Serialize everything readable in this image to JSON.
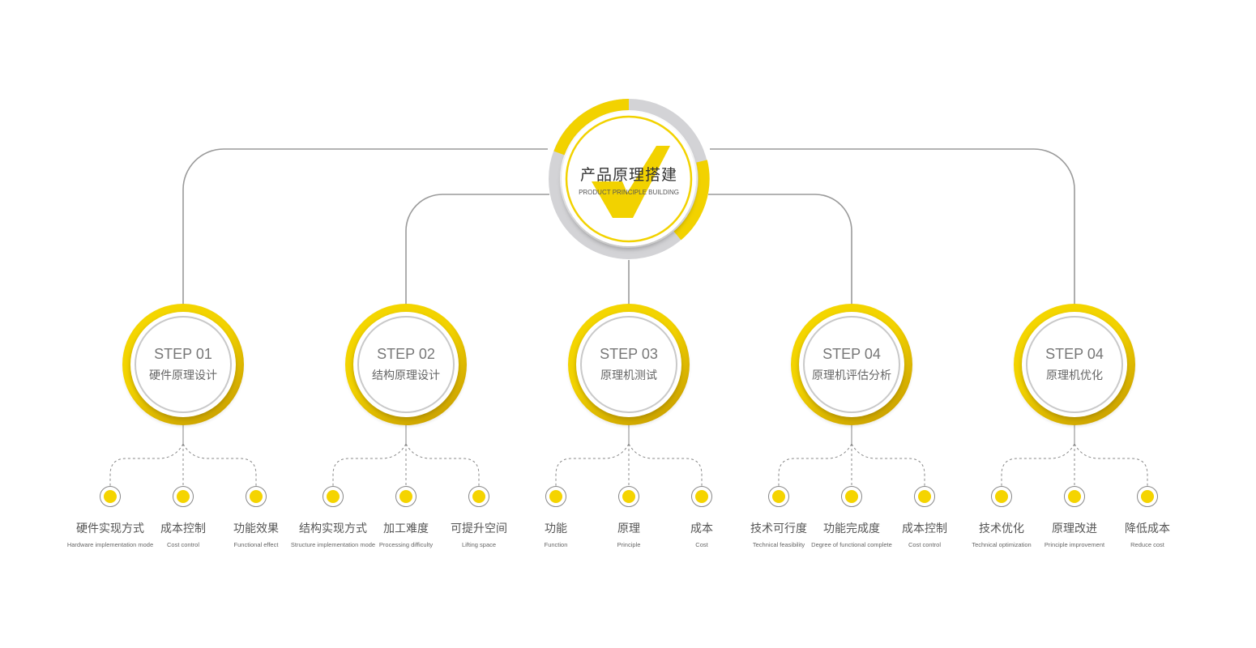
{
  "hub": {
    "title": "产品原理搭建",
    "subtitle": "PRODUCT PRINCIPLE BUILDING",
    "icon": "check-mark-icon",
    "colors": {
      "accent": "#f2d200",
      "ring_gray": "#d3d3d6",
      "line": "#9a9a9a"
    }
  },
  "steps": [
    {
      "number": "STEP 01",
      "name": "硬件原理设计",
      "items": [
        {
          "label": "硬件实现方式",
          "en": "Hardware implementation mode"
        },
        {
          "label": "成本控制",
          "en": "Cost control"
        },
        {
          "label": "功能效果",
          "en": "Functional effect"
        }
      ]
    },
    {
      "number": "STEP 02",
      "name": "结构原理设计",
      "items": [
        {
          "label": "结构实现方式",
          "en": "Structure implementation mode"
        },
        {
          "label": "加工难度",
          "en": "Processing difficulty"
        },
        {
          "label": "可提升空间",
          "en": "Lifting space"
        }
      ]
    },
    {
      "number": "STEP 03",
      "name": "原理机测试",
      "items": [
        {
          "label": "功能",
          "en": "Function"
        },
        {
          "label": "原理",
          "en": "Principle"
        },
        {
          "label": "成本",
          "en": "Cost"
        }
      ]
    },
    {
      "number": "STEP 04",
      "name": "原理机评估分析",
      "items": [
        {
          "label": "技术可行度",
          "en": "Technical feasibility"
        },
        {
          "label": "功能完成度",
          "en": "Degree of functional complete"
        },
        {
          "label": "成本控制",
          "en": "Cost control"
        }
      ]
    },
    {
      "number": "STEP 04",
      "name": "原理机优化",
      "items": [
        {
          "label": "技术优化",
          "en": "Technical optimization"
        },
        {
          "label": "原理改进",
          "en": "Principle improvement"
        },
        {
          "label": "降低成本",
          "en": "Reduce cost"
        }
      ]
    }
  ]
}
